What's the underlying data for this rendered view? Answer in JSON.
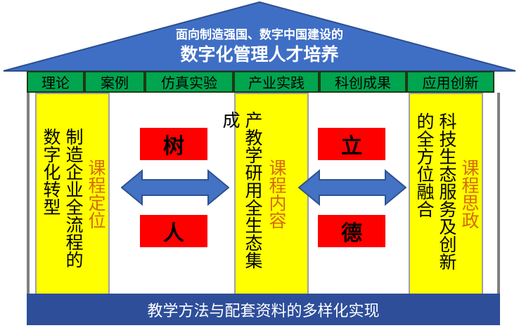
{
  "roof": {
    "subtitle": "面向制造强国、数字中国建设的",
    "title": "数字化管理人才培养"
  },
  "beam": [
    "理论",
    "案例",
    "仿真实验",
    "产业实践",
    "科创成果",
    "应用创新"
  ],
  "pillars": {
    "left": {
      "text": "制造企业全流程的数字化转型",
      "tag": "课程定位"
    },
    "middle": {
      "text": "产教学研用全生态集成",
      "tag": "课程内容"
    },
    "right": {
      "text": "科技生态服务及创新的全方位融合",
      "tag": "课程思政"
    }
  },
  "boxes": {
    "shu": "树",
    "ren": "人",
    "li": "立",
    "de": "德"
  },
  "base": "教学方法与配套资料的多样化实现",
  "colors": {
    "roof": "#3f6fc5",
    "beam": "#00a550",
    "pillar": "#ffff00",
    "box": "#ff0000",
    "arrow": "#4472c4",
    "base": "#2e4e9a",
    "tag": "#d46b08"
  }
}
